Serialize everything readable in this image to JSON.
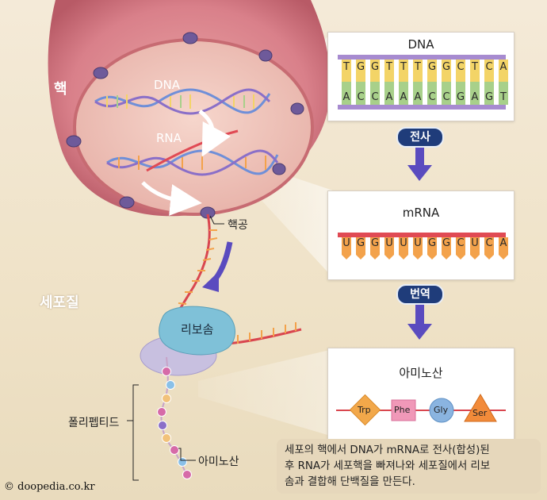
{
  "labels": {
    "nucleus": "핵",
    "dna": "DNA",
    "rna": "RNA",
    "nuclear_pore": "핵공",
    "cytoplasm": "세포질",
    "ribosome": "리보솜",
    "polypeptide": "폴리펩티드",
    "amino_acid": "아미노산"
  },
  "dna_panel": {
    "title": "DNA",
    "top_strand": [
      "T",
      "G",
      "G",
      "T",
      "T",
      "T",
      "G",
      "G",
      "C",
      "T",
      "C",
      "A"
    ],
    "bottom_strand": [
      "A",
      "C",
      "C",
      "A",
      "A",
      "A",
      "C",
      "C",
      "G",
      "A",
      "G",
      "T"
    ]
  },
  "transcription_label": "전사",
  "mrna_panel": {
    "title": "mRNA",
    "bases": [
      "U",
      "G",
      "G",
      "U",
      "U",
      "U",
      "G",
      "G",
      "C",
      "U",
      "C",
      "A"
    ]
  },
  "translation_label": "번역",
  "amino_panel": {
    "title": "아미노산",
    "acids": [
      "Trp",
      "Phe",
      "Gly",
      "Ser"
    ]
  },
  "caption": {
    "line1": "세포의 핵에서 DNA가 mRNA로 전사(합성)된",
    "line2": "후 RNA가 세포핵을 빠져나와 세포질에서 리보",
    "line3": "솜과 결합해 단백질을 만든다."
  },
  "credit": "© doopedia.co.kr",
  "colors": {
    "background": "#f1e6d0",
    "nucleus_outer": "#c9676e",
    "nucleus_inner": "#e9b8ae",
    "label_pill": "#1f3c7a",
    "arrow": "#5a4bbf",
    "dna_green": "#a8d08a",
    "dna_yellow": "#f3d467",
    "mrna_orange": "#f3a24b",
    "ribosome_blue": "#7fc1d8",
    "ribosome_lilac": "#c8c0e0",
    "trp": "#f2a84a",
    "phe": "#f098b8",
    "gly": "#8ab4e0",
    "ser": "#f28b3a"
  }
}
